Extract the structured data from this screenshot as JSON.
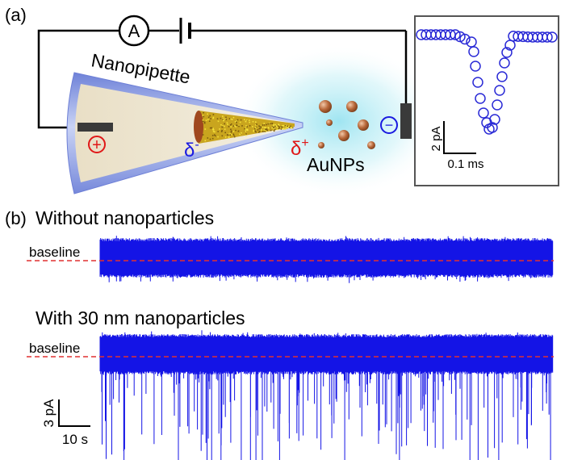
{
  "panel_a": {
    "label": "(a)",
    "ammeter_symbol": "A",
    "pipette_label": "Nanopipette",
    "particles_label": "AuNPs",
    "charge_negative": "δ",
    "charge_negative_sup": "-",
    "charge_positive": "δ",
    "charge_positive_sup": "+",
    "electrode_positive_symbol": "+",
    "electrode_negative_symbol": "−",
    "inset": {
      "ylabel": "2 pA",
      "xlabel": "0.1 ms",
      "marker_color": "#2a2ad6"
    }
  },
  "panel_b": {
    "label": "(b)",
    "trace_color": "#1414e6",
    "baseline_color": "#e03030",
    "trace1_title": "Without nanoparticles",
    "trace2_title": "With 30 nm nanoparticles",
    "baseline_label": "baseline",
    "scale_y": "3 pA",
    "scale_x": "10 s"
  },
  "colors": {
    "pipette_outer": "#8fa3e6",
    "glow": "#9fe3ee",
    "gold": "#c9a326",
    "particle": "#b0653a",
    "electrode": "#3a3a3a",
    "red_symbol": "#e01818",
    "blue_symbol": "#1a1ae0"
  }
}
